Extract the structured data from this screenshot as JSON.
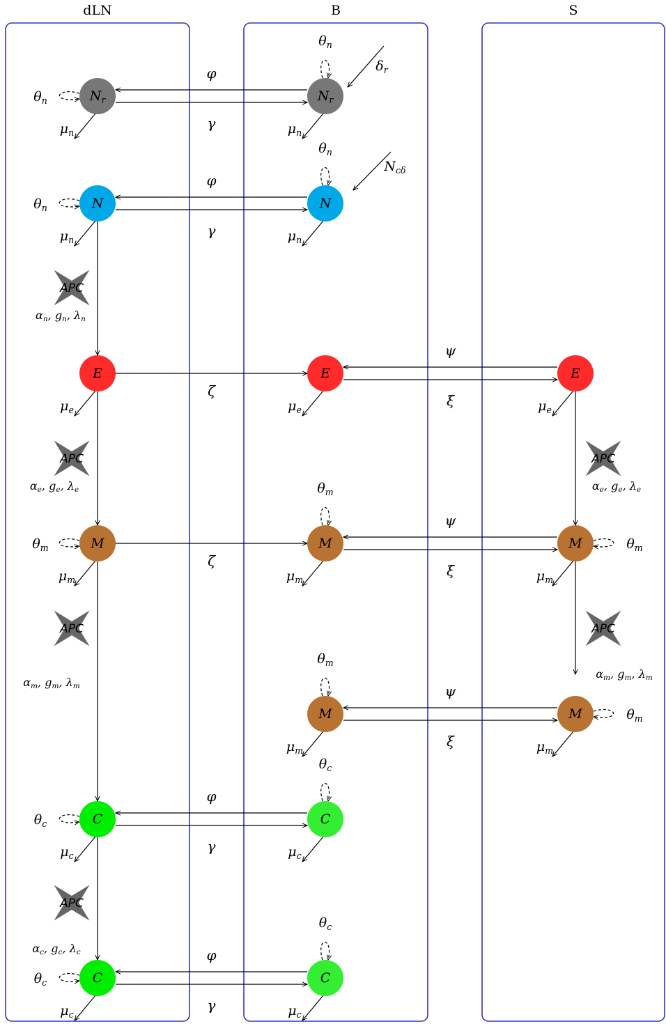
{
  "compartments": [
    {
      "id": "dLN",
      "title": "dLN"
    },
    {
      "id": "B",
      "title": "B"
    },
    {
      "id": "S",
      "title": "S"
    }
  ],
  "colors": {
    "frame": "#3333cc",
    "naive_regulatory": "#777777",
    "naive": "#00a8e8",
    "effector": "#ff2a2a",
    "memory": "#b87333",
    "cytotoxic_dLN": "#00ee00",
    "cytotoxic_B": "#33ee33",
    "apc": "#666666"
  },
  "nodes": {
    "dln_nr": "N_r",
    "b_nr": "N_r",
    "dln_n": "N",
    "b_n": "N",
    "dln_e": "E",
    "b_e": "E",
    "s_e": "E",
    "dln_m": "M",
    "b_m1": "M",
    "s_m1": "M",
    "b_m2": "M",
    "s_m2": "M",
    "dln_c1": "C",
    "b_c1": "C",
    "dln_c2": "C",
    "b_c2": "C"
  },
  "apc_label": "APC",
  "params": {
    "phi": "φ",
    "gamma": "γ",
    "zeta": "ζ",
    "psi": "ψ",
    "xi": "ξ",
    "delta_r": "δ_r",
    "nc_delta": "N_cδ",
    "theta_n": "θ_n",
    "theta_m": "θ_m",
    "theta_c": "θ_c",
    "mu_n": "μ_n",
    "mu_e": "μ_e",
    "mu_m": "μ_m",
    "mu_c": "μ_c",
    "rates_n": "α_n, g_n, λ_n",
    "rates_e": "α_e, g_e, λ_e",
    "rates_m": "α_m, g_m, λ_m",
    "rates_c": "α_c, g_c, λ_c"
  }
}
